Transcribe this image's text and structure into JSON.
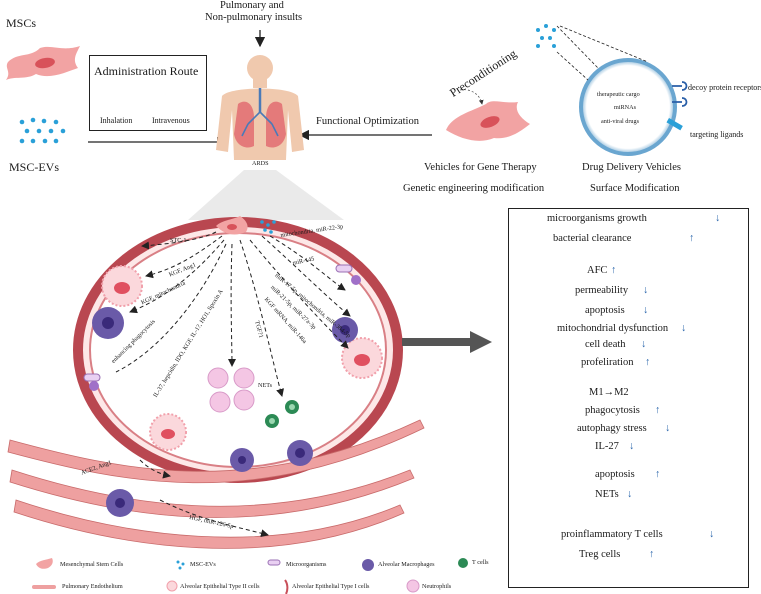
{
  "sources": {
    "mscs": "MSCs",
    "msc_evs": "MSC-EVs"
  },
  "insults": {
    "line1": "Pulmonary and",
    "line2": "Non-pulmonary insults"
  },
  "route_box": {
    "title": "Administration Route",
    "inhalation": "Inhalation",
    "intravenous": "Intravenous"
  },
  "center": {
    "ards": "ARDS",
    "functional_optimization": "Functional Optimization"
  },
  "gene_therapy": {
    "preconditioning": "Preconditioning",
    "vehicles": "Vehicles for Gene Therapy",
    "genetic": "Genetic engineering modification"
  },
  "drug_delivery": {
    "cargo": "therapeutic cargo",
    "mirnas": "miRNAs",
    "antiviral": "anti-viral drugs",
    "decoy": "decoy protein receptors",
    "ligands": "targeting ligands",
    "vehicles": "Drug Delivery Vehicles",
    "surface": "Surface Modification"
  },
  "mechanisms": {
    "stc1": "STC-1",
    "kgf_ang1": "KGF, Ang1",
    "kgf_mito": "KGF, mitochondria",
    "enh_phago": "enhancing phagocytosis",
    "il37": "IL-37, hepcidin, IDO, KGF, IL-1?, HO1, lipoxin A",
    "mito_mir22": "mitochondria, miR-22-3p",
    "mir145": "miR-145",
    "mir_list_a": "miR-17-5p, mitochondria, miR-384-5p",
    "mir_list_b": "miR-21-5p, miR-27a-3p",
    "kgf_mrna": "KGF mRNA, miR-146a",
    "tgfb": "TGF?1",
    "nets": "NETs",
    "ace2": "ACE2, Ang1",
    "hgf": "HGF, miR-126-5p"
  },
  "effects": {
    "microbes_growth": "microorganisms growth",
    "bacterial_clearance": "bacterial clearance",
    "afc": "AFC",
    "permeability": "permeability",
    "apoptosis1": "apoptosis",
    "mito_dysfunction": "mitochondrial dysfunction",
    "cell_death": "cell death",
    "proliferation": "profeliration",
    "m1m2": "M1→M2",
    "phagocytosis": "phagocytosis",
    "autophagy": "autophagy stress",
    "il27": "IL-27",
    "apoptosis2": "apoptosis",
    "nets": "NETs",
    "proinf_t": "proinflammatory T cells",
    "treg": "Treg cells"
  },
  "arrows": {
    "up": "↑",
    "down": "↓"
  },
  "legend": {
    "msc": "Mesenchymal Stem Cells",
    "msc_evs": "MSC-EVs",
    "microorganisms": "Microorganisms",
    "macrophages": "Alveolar Macrophages",
    "t_cells": "T cells",
    "endothelium": "Pulmonary Endothelium",
    "type2": "Alveolar Epithelial Type II cells",
    "type1": "Alveolar Epithelial Type I cells",
    "neutrophils": "Neutrophils"
  },
  "colors": {
    "msc_pink": "#f2a3a3",
    "msc_nucleus": "#d8525a",
    "ev_blue": "#2aa0d8",
    "vessel_red": "#b94750",
    "macrophage_purple": "#6a5aa8",
    "t_cell_green": "#2c8a55",
    "arrow_blue": "#1f5fa8",
    "neutrophil_pink": "#f4c6e4"
  }
}
